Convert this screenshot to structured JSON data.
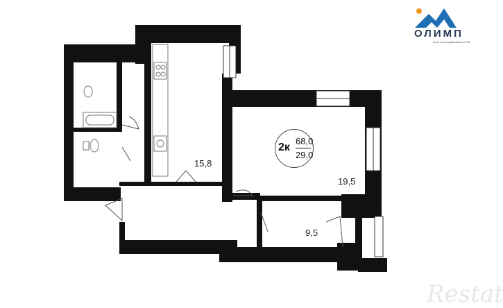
{
  "logo": {
    "name": "ОЛИМП",
    "tagline": "агентство недвижимости №1",
    "colors": {
      "mountain": "#1f6fb5",
      "sun": "#f39a1e"
    }
  },
  "badge": {
    "rooms": "2к",
    "total_area": "68,0",
    "living_area": "29,0"
  },
  "rooms": [
    {
      "id": "kitchen",
      "area": "15,8"
    },
    {
      "id": "living-room",
      "area": "19,5"
    },
    {
      "id": "bedroom",
      "area": "9,5"
    }
  ],
  "watermark": "Restate",
  "colors": {
    "wall": "#111111",
    "fixture": "#777777"
  }
}
